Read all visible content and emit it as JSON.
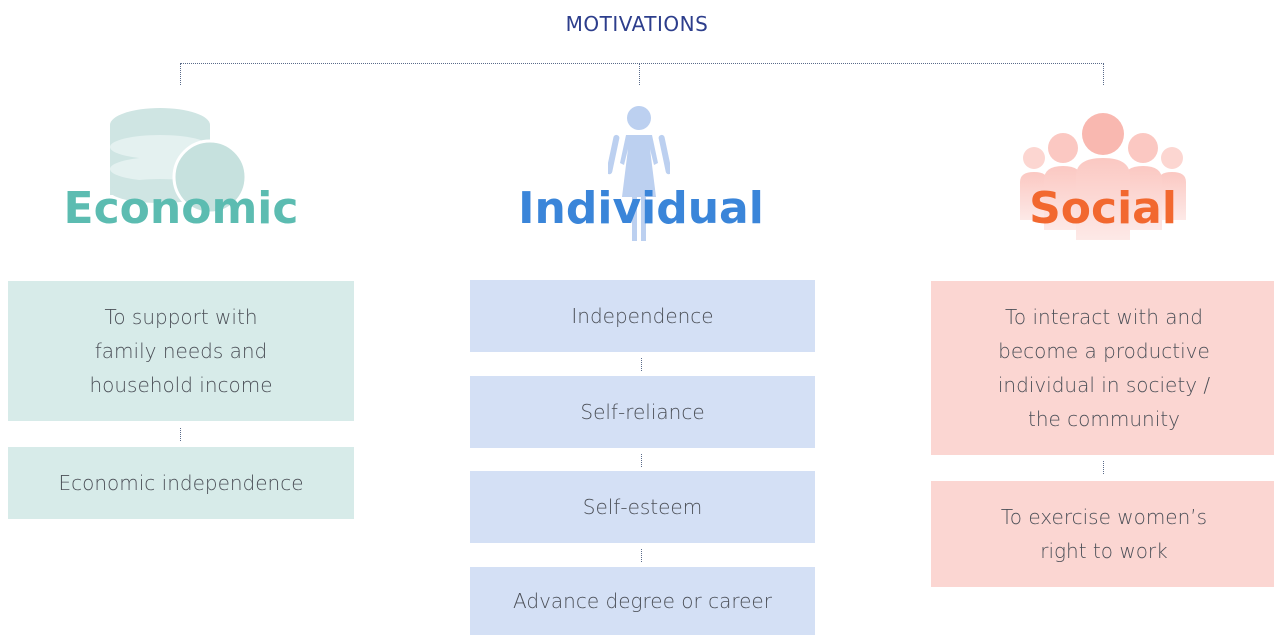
{
  "title": "MOTIVATIONS",
  "colors": {
    "title": "#2d3e8c",
    "economic_accent": "#5cbcb1",
    "individual_accent": "#3a85d9",
    "social_accent": "#f2682f",
    "economic_box": "#d7ebe9",
    "individual_box": "#d4e0f5",
    "social_box": "#fbd6d2"
  },
  "columns": [
    {
      "heading": "Economic",
      "icon": "coins-icon",
      "items": [
        "To support with\nfamily needs and\nhousehold income",
        "Economic independence"
      ]
    },
    {
      "heading": "Individual",
      "icon": "woman-icon",
      "items": [
        "Independence",
        "Self-reliance",
        "Self-esteem",
        "Advance degree or career"
      ]
    },
    {
      "heading": "Social",
      "icon": "group-people-icon",
      "items": [
        "To interact with and\nbecome a productive\nindividual in society /\nthe community",
        "To exercise women’s\nright to work"
      ]
    }
  ]
}
